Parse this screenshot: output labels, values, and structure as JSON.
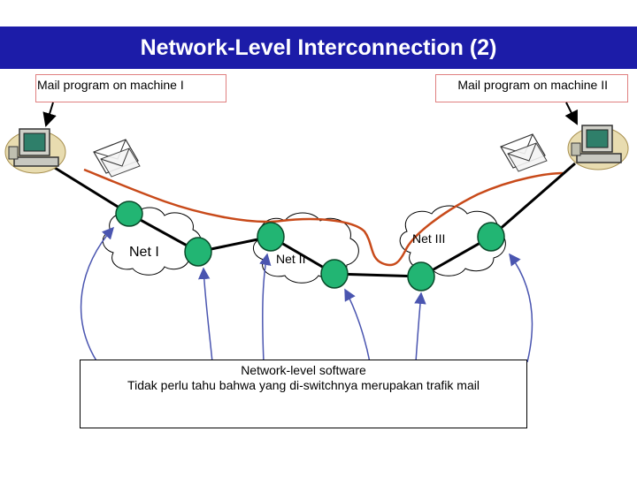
{
  "title": "Network-Level Interconnection (2)",
  "mail_label_left": "Mail program on machine I",
  "mail_label_right": "Mail program on machine II",
  "networks": [
    "Net I",
    "Net II",
    "Net III"
  ],
  "note": {
    "line1": "Network-level software",
    "line2": "Tidak perlu tahu bahwa yang di-switchnya merupakan trafik mail"
  },
  "colors": {
    "title_bg": "#1c1ca8",
    "router": "#22b573",
    "mail_path": "#c84a1a",
    "arrow": "#4a55b0"
  },
  "icons": [
    "computer-icon",
    "envelope-icon"
  ]
}
